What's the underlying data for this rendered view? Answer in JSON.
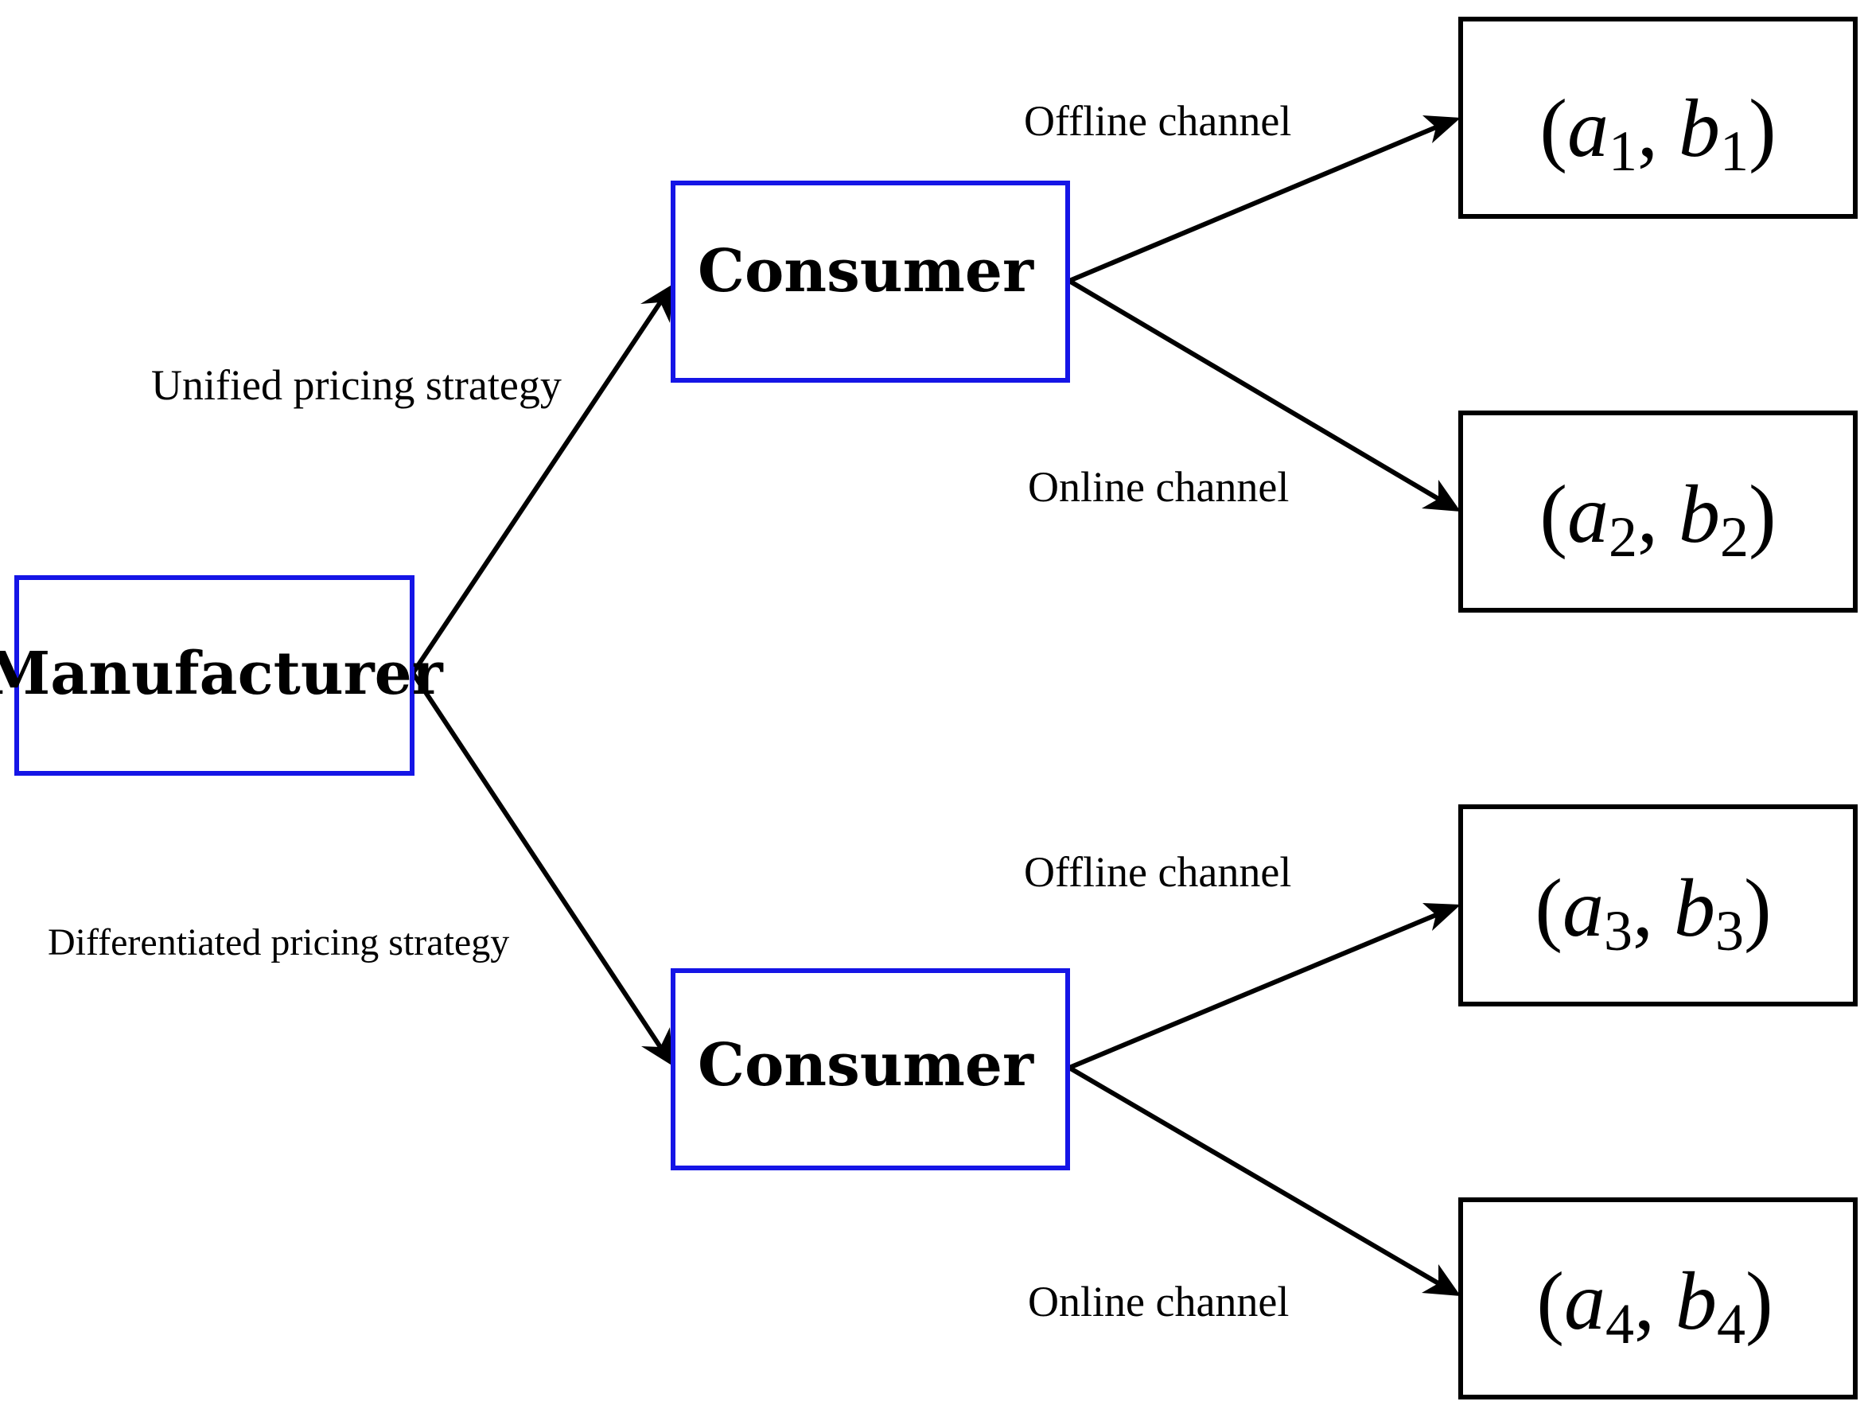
{
  "nodes": {
    "manufacturer": "Manufacturer",
    "consumer_top": "Consumer",
    "consumer_bottom": "Consumer"
  },
  "edges": {
    "unified": "Unified pricing strategy",
    "differentiated": "Differentiated pricing strategy",
    "offline_top": "Offline channel",
    "online_top": "Online channel",
    "offline_bottom": "Offline channel",
    "online_bottom": "Online channel"
  },
  "outcomes": [
    {
      "a": "a",
      "a_sub": "1",
      "b": "b",
      "b_sub": "1"
    },
    {
      "a": "a",
      "a_sub": "2",
      "b": "b",
      "b_sub": "2"
    },
    {
      "a": "a",
      "a_sub": "3",
      "b": "b",
      "b_sub": "3"
    },
    {
      "a": "a",
      "a_sub": "4",
      "b": "b",
      "b_sub": "4"
    }
  ],
  "colors": {
    "node_border": "#1515e6",
    "outcome_border": "#000000",
    "arrow": "#000000"
  }
}
